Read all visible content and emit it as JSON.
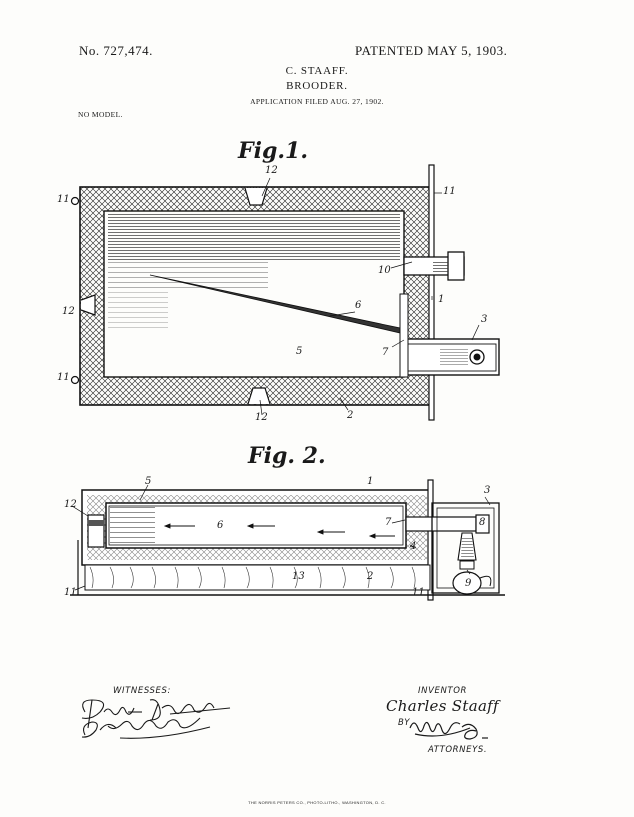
{
  "header": {
    "patent_number": "No. 727,474.",
    "patented_date": "PATENTED MAY 5, 1903.",
    "inventor_name": "C. STAAFF.",
    "title": "BROODER.",
    "application_filed": "APPLICATION FILED AUG. 27, 1902.",
    "no_model": "NO MODEL."
  },
  "figures": {
    "fig1_label": "Fig.1.",
    "fig2_label": "Fig. 2.",
    "fig1_refs": [
      "12",
      "11",
      "11",
      "10",
      "1",
      "12",
      "6",
      "3",
      "5",
      "7",
      "11",
      "12",
      "2"
    ],
    "fig2_refs": [
      "5",
      "1",
      "3",
      "12",
      "6",
      "7",
      "8",
      "4",
      "13",
      "2",
      "9",
      "11",
      "11"
    ]
  },
  "signatures": {
    "witnesses_label": "WITNESSES:",
    "inventor_label": "INVENTOR",
    "inventor_signature": "Charles Staaff",
    "by_label": "BY",
    "attorneys_label": "ATTORNEYS."
  },
  "footer": {
    "printer": "THE NORRIS PETERS CO., PHOTO-LITHO., WASHINGTON, D. C."
  }
}
